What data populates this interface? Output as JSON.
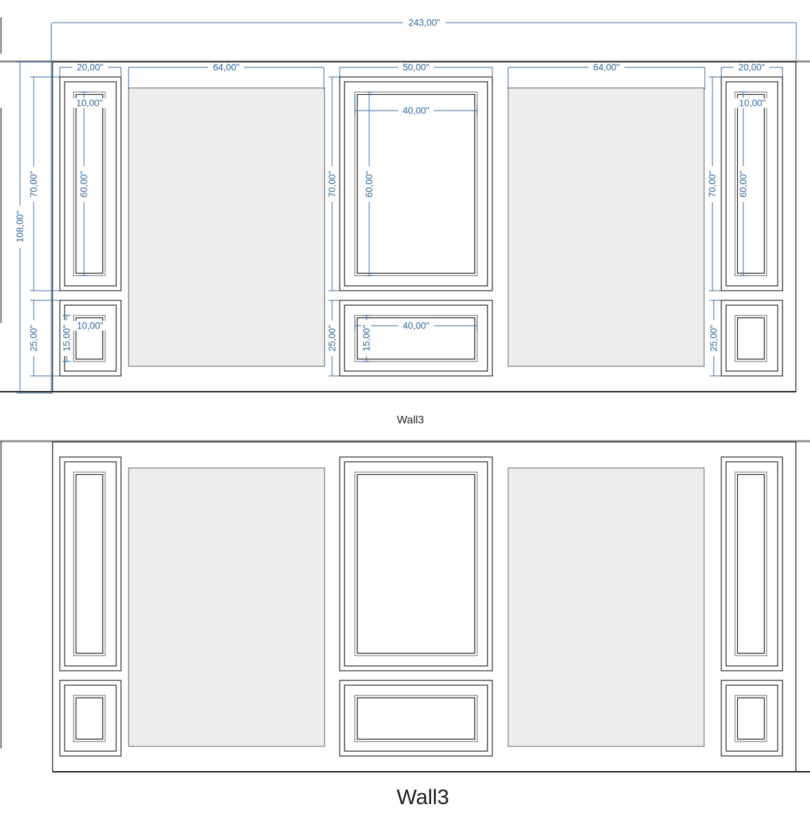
{
  "labels": {
    "small": "Wall3",
    "large": "Wall3"
  },
  "dims": {
    "total_width": "243,00\"",
    "stile_width": "20,00\"",
    "opening_width": "64,00\"",
    "center_panel_width": "50,00\"",
    "wall_height": "108,00\"",
    "upper_panel_height": "70,00\"",
    "lower_panel_height": "25,00\"",
    "upper_inner_height": "60,00\"",
    "lower_inner_height": "15,00\"",
    "stile_inner_width": "10,00\"",
    "center_inner_width": "40,00\""
  },
  "colors": {
    "dimension_blue": "#33679E",
    "outline_black": "#1f1f1f",
    "ceiling_gray": "#8f8f8f",
    "panel_molding_gray": "#8c8c8c",
    "opening_fill": "#ededed",
    "opening_border": "#7f7f7f",
    "background": "#ffffff"
  }
}
